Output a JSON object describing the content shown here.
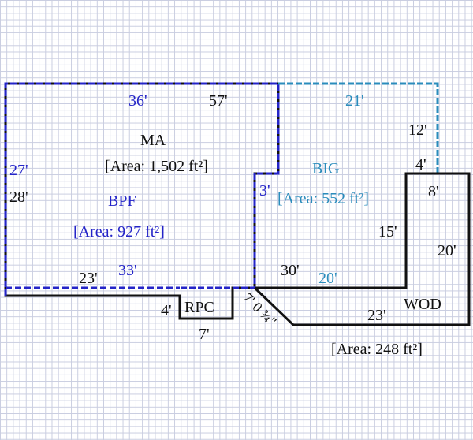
{
  "colors": {
    "ma": "#111111",
    "bpf": "#2424c8",
    "big": "#2a8cbc",
    "wod": "#111111"
  },
  "areas": {
    "ma": {
      "name": "MA",
      "area": "[Area: 1,502 ft²]"
    },
    "bpf": {
      "name": "BPF",
      "area": "[Area: 927 ft²]"
    },
    "big": {
      "name": "BIG",
      "area": "[Area: 552 ft²]"
    },
    "rpc": {
      "name": "RPC"
    },
    "wod": {
      "name": "WOD",
      "area": "[Area: 248 ft²]"
    }
  },
  "dimensions": {
    "bpf_top": "36'",
    "ma_top": "57'",
    "big_top": "21'",
    "big_right": "12'",
    "big_notch": "4'",
    "bpf_left": "27'",
    "ma_left": "28'",
    "big_step": "3'",
    "wod_top": "8'",
    "wod_inner": "15'",
    "wod_right": "20'",
    "ma_bottom": "23'",
    "bpf_bottom": "33'",
    "ma_bottom_right": "30'",
    "big_bottom": "20'",
    "rpc_side": "4'",
    "rpc_bottom": "7'",
    "diagonal": "7' 0 ¾\"",
    "wod_bottom": "23'"
  }
}
